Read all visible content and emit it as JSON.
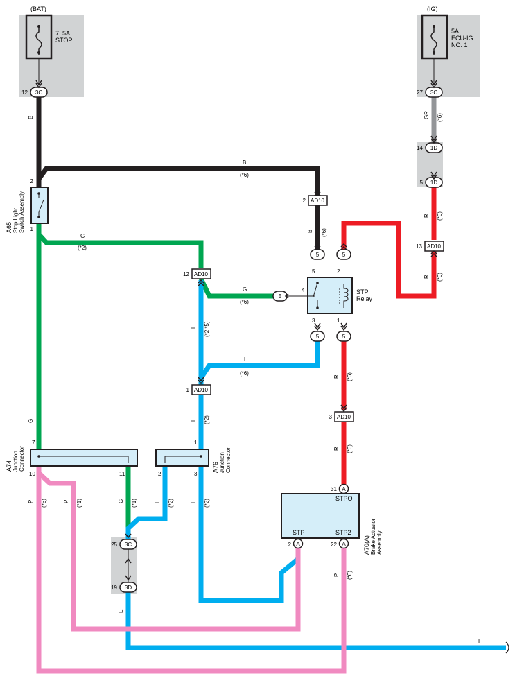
{
  "colors": {
    "black": "#231f20",
    "green": "#00a651",
    "blue": "#00aeef",
    "red": "#ed1c24",
    "pink": "#f08ac0",
    "gray": "#939598",
    "panel": "#d1d3d4",
    "component": "#d5eef9"
  },
  "sources": {
    "bat": {
      "tag": "(BAT)",
      "fuse_amp": "7. 5A",
      "fuse_name": "STOP",
      "pin": "12",
      "connector": "3C"
    },
    "ig": {
      "tag": "(IG)",
      "fuse_amp": "5A",
      "fuse_name": "ECU-IG",
      "fuse_num": "NO. 1",
      "pin": "27",
      "connector": "3C"
    }
  },
  "stop_switch": {
    "id": "A65",
    "name1": "Stop Light",
    "name2": "Switch Assembly",
    "pin_top": "2",
    "pin_bottom": "1"
  },
  "relay": {
    "name1": "STP",
    "name2": "Relay",
    "pin_a": "5",
    "pin_b": "2",
    "pin_c": "4",
    "pin_d": "3",
    "pin_e": "1",
    "conn": "5"
  },
  "junction_a74": {
    "id": "A74",
    "name1": "Junction",
    "name2": "Connector",
    "pin_7": "7",
    "pin_10": "10",
    "pin_11": "11"
  },
  "junction_a76": {
    "id": "A76",
    "name1": "Junction",
    "name2": "Connector",
    "pin_1": "1",
    "pin_2": "2",
    "pin_3": "3"
  },
  "actuator": {
    "id": "A70(A)",
    "name1": "Brake Actuator",
    "name2": "Assembly",
    "stpo": "STPO",
    "stp": "STP",
    "stp2": "STP2",
    "pin_31": "31",
    "pin_2": "2",
    "pin_22": "22",
    "conn": "A"
  },
  "connectors": {
    "ad10": "AD10",
    "c1d": "1D",
    "c3c": "3C",
    "c3d": "3D",
    "p2": "2",
    "p12": "12",
    "p1": "1",
    "p3": "3",
    "p13": "13",
    "p14": "14",
    "p5": "5",
    "p25": "25",
    "p19": "19"
  },
  "wire_labels": {
    "b": "B",
    "g": "G",
    "l": "L",
    "r": "R",
    "p": "P",
    "gr": "GR",
    "n6": "(*6)",
    "n2": "(*2)",
    "n1": "(*1)",
    "n25": "(*2 *5)"
  }
}
